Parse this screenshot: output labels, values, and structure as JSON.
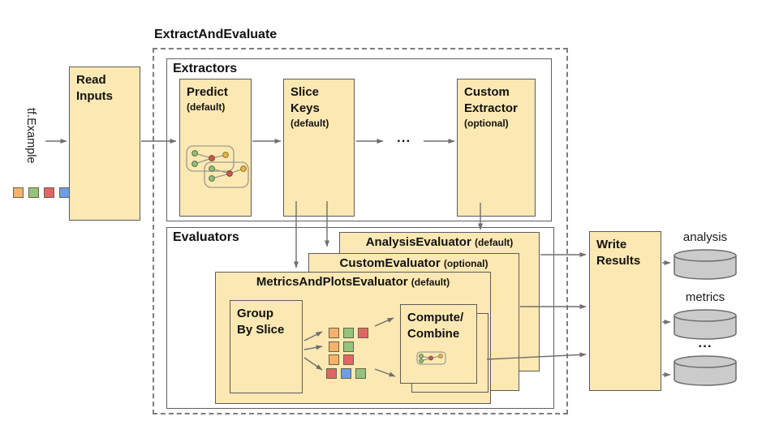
{
  "title": "ExtractAndEvaluate",
  "input": {
    "label": "tf.Example"
  },
  "palette": {
    "orange": "#F6B26B",
    "green": "#93C47D",
    "red": "#E06666",
    "blue": "#6D9EEB",
    "box_fill": "#FCE8B2",
    "cylinder_fill": "#CBCBCB"
  },
  "input_legend": {
    "colors": [
      "#F6B26B",
      "#93C47D",
      "#E06666",
      "#6D9EEB"
    ]
  },
  "read_inputs": {
    "line1": "Read",
    "line2": "Inputs"
  },
  "extractors": {
    "label": "Extractors",
    "predict": {
      "title": "Predict",
      "qualifier": "(default)"
    },
    "slice_keys": {
      "line1": "Slice",
      "line2": "Keys",
      "qualifier": "(default)"
    },
    "ellipsis": "...",
    "custom": {
      "line1": "Custom",
      "line2": "Extractor",
      "qualifier": "(optional)"
    }
  },
  "evaluators": {
    "label": "Evaluators",
    "analysis": {
      "title": "AnalysisEvaluator",
      "qualifier": "(default)"
    },
    "custom": {
      "title": "CustomEvaluator",
      "qualifier": "(optional)"
    },
    "metrics_plots": {
      "title": "MetricsAndPlotsEvaluator",
      "qualifier": "(default)",
      "group_by_slice": {
        "line1": "Group",
        "line2": "By Slice"
      },
      "compute_combine": {
        "line1": "Compute/",
        "line2": "Combine"
      },
      "slices": [
        {
          "colors": [
            "#F6B26B",
            "#93C47D",
            "#E06666"
          ]
        },
        {
          "colors": [
            "#F6B26B",
            "#93C47D"
          ]
        },
        {
          "colors": [
            "#F6B26B",
            "#E06666"
          ]
        },
        {
          "colors": [
            "#E06666",
            "#6D9EEB",
            "#93C47D"
          ]
        }
      ]
    }
  },
  "write_results": {
    "line1": "Write",
    "line2": "Results"
  },
  "outputs": {
    "items": [
      {
        "label": "analysis"
      },
      {
        "label": "metrics"
      },
      {
        "label": "..."
      }
    ]
  }
}
